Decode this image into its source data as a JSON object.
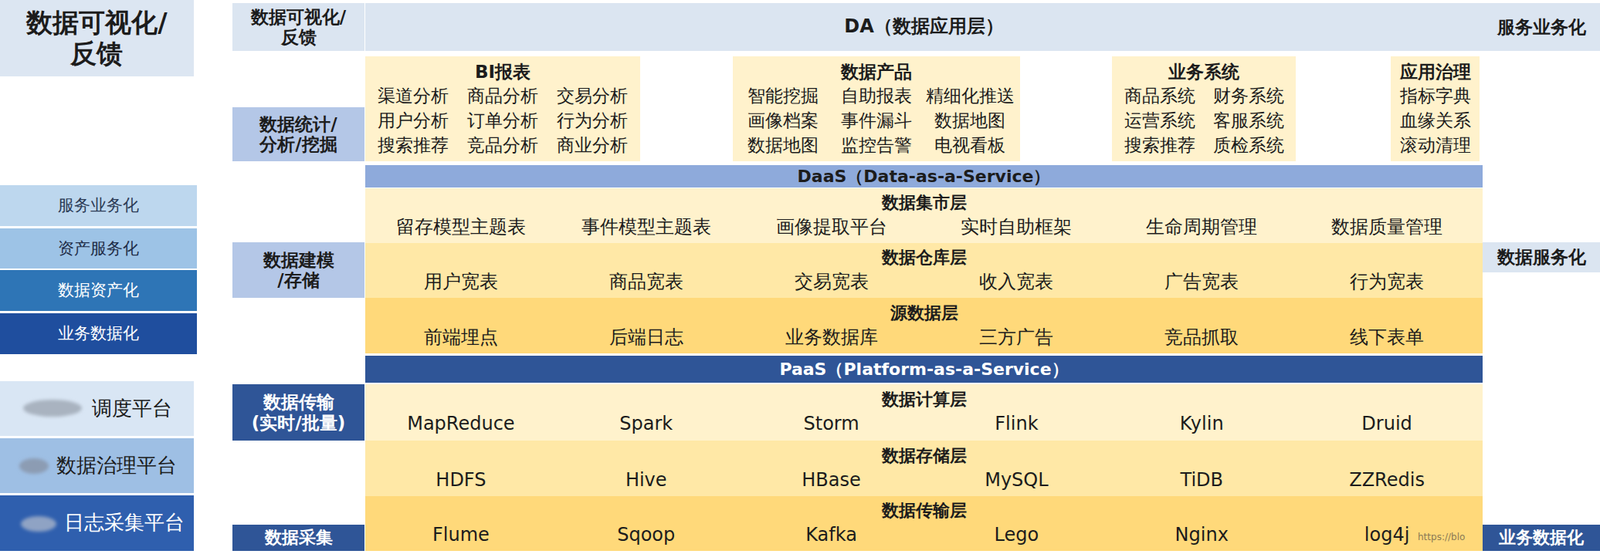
{
  "diagram": {
    "nodes": [
      {
        "text": [
          "数据可视化/反馈"
        ]
      },
      {
        "text": [
          "服务业务化"
        ]
      },
      {
        "text": [
          "资产服务化"
        ]
      },
      {
        "text": [
          "数据资产化"
        ]
      },
      {
        "text": [
          "业务数据化"
        ]
      },
      {
        "text": [
          "调度平台"
        ]
      },
      {
        "text": [
          "数据治理平台"
        ]
      },
      {
        "text": [
          "日志采集平台"
        ]
      },
      {
        "text": [
          "数据可视化/反馈"
        ]
      },
      {
        "text": [
          "数据统计/分析/挖掘"
        ]
      },
      {
        "text": [
          "数据建模/存储"
        ]
      },
      {
        "text": [
          "数据传输(实时/批量)"
        ]
      },
      {
        "text": [
          "数据采集"
        ]
      },
      {
        "text": [
          "DA（数据应用层）"
        ]
      },
      {
        "text": [
          "BI报表",
          "渠道分析",
          "商品分析",
          "交易分析",
          "用户分析",
          "订单分析",
          "行为分析",
          "搜索推荐",
          "竞品分析",
          "商业分析"
        ]
      },
      {
        "text": [
          "数据产品",
          "智能挖掘",
          "自助报表",
          "精细化推送",
          "画像档案",
          "事件漏斗",
          "数据地图",
          "数据地图",
          "监控告警",
          "电视看板"
        ]
      },
      {
        "text": [
          "业务系统",
          "商品系统",
          "财务系统",
          "运营系统",
          "客服系统",
          "搜索推荐",
          "质检系统"
        ]
      },
      {
        "text": [
          "应用治理",
          "指标字典",
          "血缘关系",
          "滚动清理"
        ]
      },
      {
        "text": [
          "DaaS（Data-as-a-Service）"
        ]
      },
      {
        "text": [
          "数据集市层",
          "留存模型主题表",
          "事件模型主题表",
          "画像提取平台",
          "实时自助框架",
          "生命周期管理",
          "数据质量管理"
        ]
      },
      {
        "text": [
          "数据仓库层",
          "用户宽表",
          "商品宽表",
          "交易宽表",
          "收入宽表",
          "广告宽表",
          "行为宽表"
        ]
      },
      {
        "text": [
          "源数据层",
          "前端埋点",
          "后端日志",
          "业务数据库",
          "三方广告",
          "竞品抓取",
          "线下表单"
        ]
      },
      {
        "text": [
          "PaaS（Platform-as-a-Service）"
        ]
      },
      {
        "text": [
          "数据计算层",
          "MapReduce",
          "Spark",
          "Storm",
          "Flink",
          "Kylin",
          "Druid"
        ]
      },
      {
        "text": [
          "数据存储层",
          "HDFS",
          "Hive",
          "HBase",
          "MySQL",
          "TiDB",
          "ZZRedis"
        ]
      },
      {
        "text": [
          "数据传输层",
          "Flume",
          "Sqoop",
          "Kafka",
          "Lego",
          "Nginx",
          "log4j"
        ]
      },
      {
        "text": [
          "服务业务化"
        ]
      },
      {
        "text": [
          "数据服务化"
        ]
      },
      {
        "text": [
          "业务数据化"
        ]
      }
    ],
    "labels": [
      "https://blo"
    ]
  }
}
